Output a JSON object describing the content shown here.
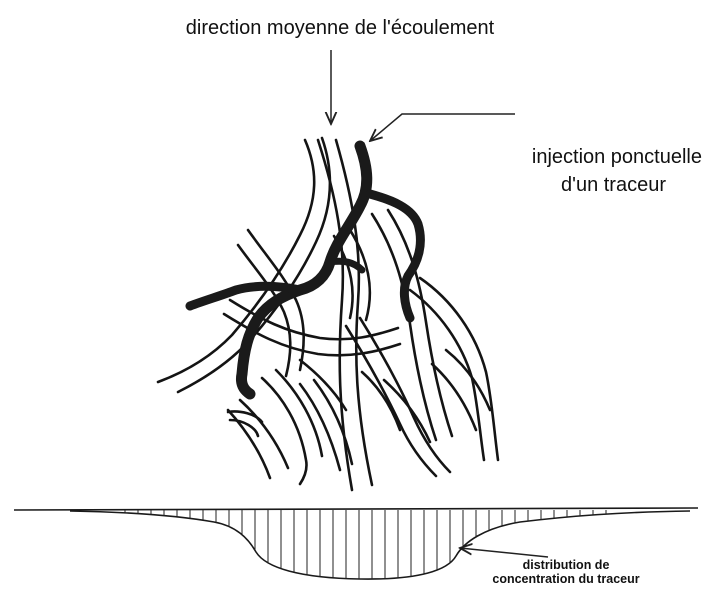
{
  "labels": {
    "flow_direction": "direction moyenne de l'écoulement",
    "injection_line1": "injection ponctuelle",
    "injection_line2": "d'un traceur",
    "distribution_line1": "distribution de",
    "distribution_line2": "concentration du traceur"
  },
  "colors": {
    "ink": "#141414",
    "background": "#ffffff"
  }
}
